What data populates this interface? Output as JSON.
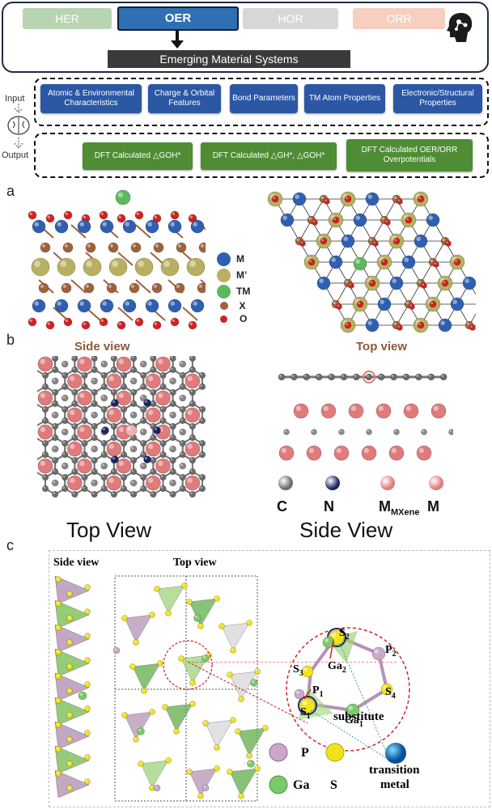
{
  "header": {
    "tabs": [
      {
        "label": "HER"
      },
      {
        "label": "OER"
      },
      {
        "label": "HOR"
      },
      {
        "label": "ORR"
      }
    ],
    "emerging": "Emerging Material Systems",
    "colors": {
      "her": "#7fb273",
      "oer": "#2f6fb3",
      "hor": "#c9c9c9",
      "orr": "#f2a98a"
    }
  },
  "io": {
    "input": "Input",
    "output": "Output"
  },
  "features": [
    {
      "label": "Atomic & Environmental Characteristics"
    },
    {
      "label": "Charge & Orbital Features"
    },
    {
      "label": "Bond Parameters"
    },
    {
      "label": "TM Atom Properties"
    },
    {
      "label": "Electronic/Structural Properties"
    }
  ],
  "outputs": [
    {
      "label": "DFT Calculated △GOH*"
    },
    {
      "label": "DFT Calculated △GH*, △GOH*"
    },
    {
      "label": "DFT Calculated OER/ORR Overpotentials"
    }
  ],
  "panel_a": {
    "label": "a",
    "side_view": "Side view",
    "top_view": "Top view",
    "legend": [
      {
        "sym": "M",
        "color": "#2f5fb0"
      },
      {
        "sym": "M’",
        "color": "#b8b060"
      },
      {
        "sym": "TM",
        "color": "#5cb85c"
      },
      {
        "sym": "X",
        "color": "#a0613a"
      },
      {
        "sym": "O",
        "color": "#d42020"
      }
    ]
  },
  "panel_b": {
    "label": "b",
    "top_view": "Top View",
    "side_view": "Side View",
    "legend": [
      {
        "sym": "C",
        "color": "#6b6b6b"
      },
      {
        "sym": "N",
        "color": "#1a2366"
      },
      {
        "sym": "M",
        "sub": "MXene",
        "color": "#e17a7a"
      },
      {
        "sym": "M",
        "color": "#e17a7a"
      }
    ]
  },
  "panel_c": {
    "label": "c",
    "side_view": "Side view",
    "top_view": "Top view",
    "atoms": {
      "s1": "S",
      "s1_sub": "1",
      "s2": "S",
      "s2_sub": "2",
      "s3": "S",
      "s3_sub": "3",
      "s4": "S",
      "s4_sub": "4",
      "p1": "P",
      "p1_sub": "1",
      "p2": "P",
      "p2_sub": "2",
      "ga1": "Ga",
      "ga1_sub": "1",
      "ga2": "Ga",
      "ga2_sub": "2"
    },
    "substitute": "substitute",
    "legend": {
      "p": "P",
      "ga": "Ga",
      "s": "S",
      "tm1": "transition",
      "tm2": "metal"
    }
  }
}
